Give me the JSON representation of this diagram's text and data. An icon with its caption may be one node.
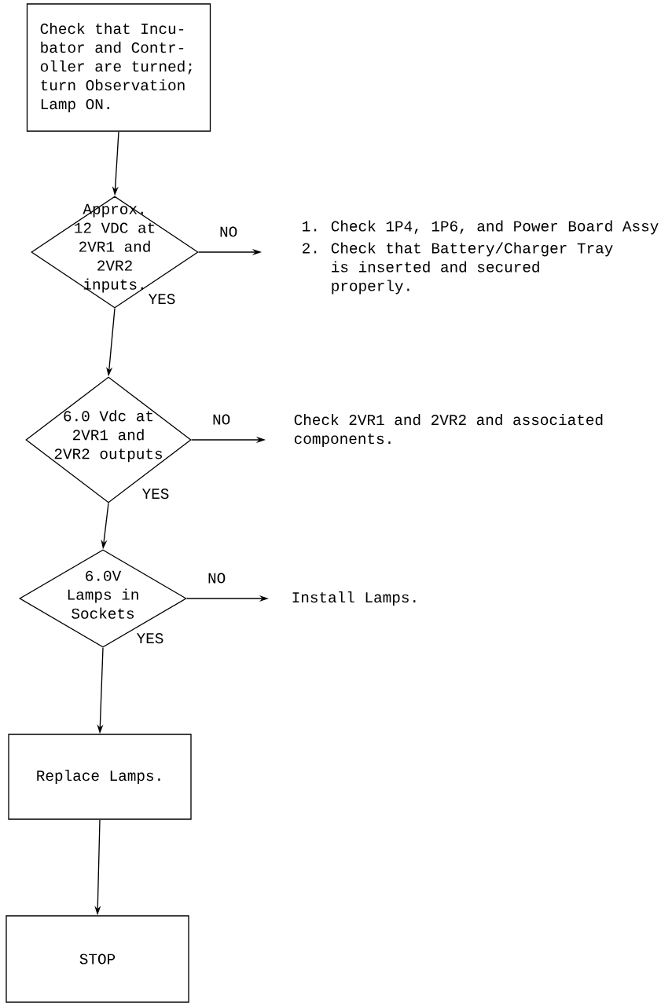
{
  "diagram": {
    "nodes": [
      {
        "text": [
          "Check that Incu- bator and Contr- oller are turned; turn Observation Lamp ON."
        ]
      },
      {
        "text": [
          "Approx. 12 VDC at 2VR1 and 2VR2 inputs."
        ]
      },
      {
        "text": [
          "1.",
          "Check 1P4, 1P6, and Power Board Assy",
          "2.",
          "Check that Battery/Charger Tray is inserted and secured properly."
        ]
      },
      {
        "text": [
          "6.0 Vdc at 2VR1 and 2VR2 outputs"
        ]
      },
      {
        "text": [
          "Check 2VR1 and 2VR2 and associated components."
        ]
      },
      {
        "text": [
          "6.0V Lamps in Sockets"
        ]
      },
      {
        "text": [
          "Install Lamps."
        ]
      },
      {
        "text": [
          "Replace Lamps."
        ]
      },
      {
        "text": [
          "STOP"
        ]
      }
    ],
    "edges": [
      {
        "from": 0,
        "to": 1,
        "arrow": "to"
      },
      {
        "from": 1,
        "to": 2,
        "arrow": "to",
        "label": "NO"
      },
      {
        "from": 1,
        "to": 3,
        "arrow": "to",
        "label": "YES"
      },
      {
        "from": 3,
        "to": 4,
        "arrow": "to",
        "label": "NO"
      },
      {
        "from": 3,
        "to": 5,
        "arrow": "to",
        "label": "YES"
      },
      {
        "from": 5,
        "to": 6,
        "arrow": "to",
        "label": "NO"
      },
      {
        "from": 5,
        "to": 7,
        "arrow": "to",
        "label": "YES"
      },
      {
        "from": 7,
        "to": 8,
        "arrow": "to"
      }
    ]
  }
}
